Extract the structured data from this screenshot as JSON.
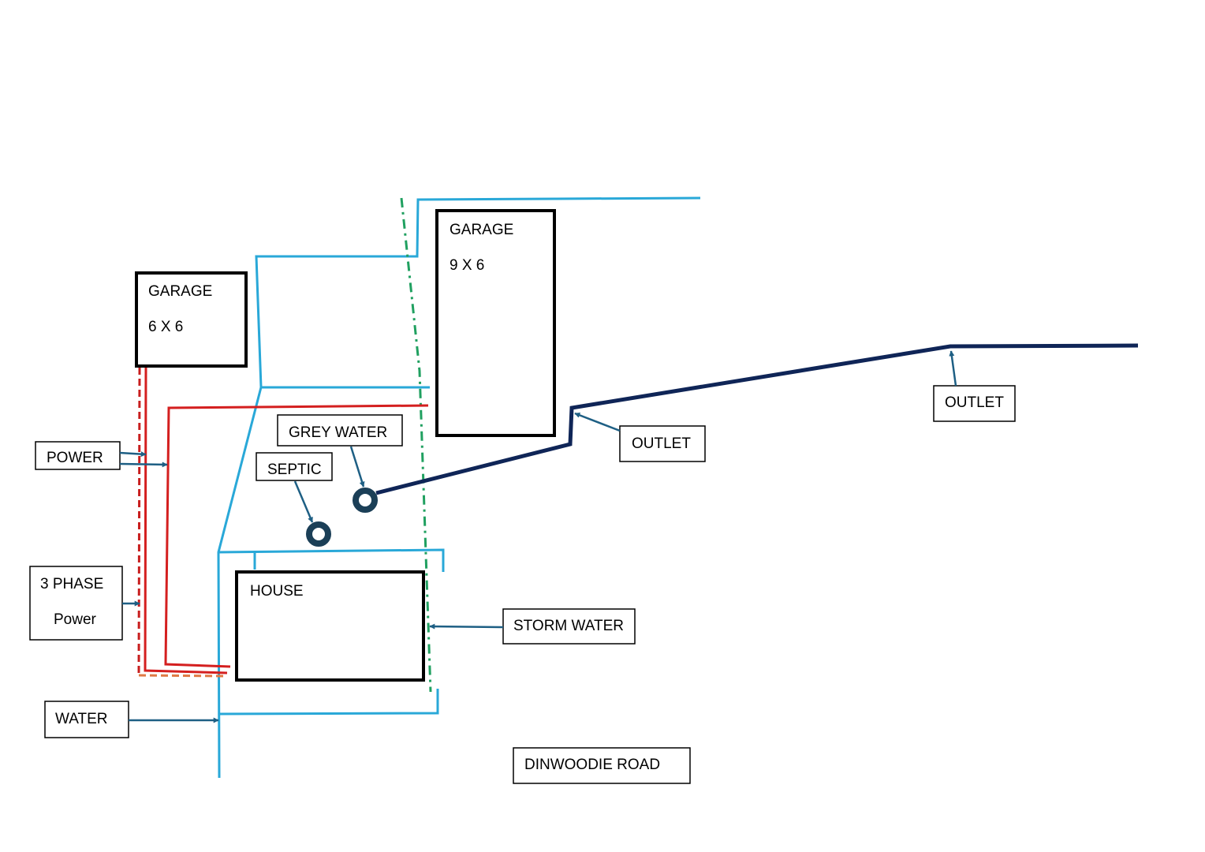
{
  "colors": {
    "building_outline": "#000000",
    "water_line": "#29a8d8",
    "power_line": "#d41f1f",
    "power_line_dashed": "#c81e1e",
    "dashed_orange": "#e07a45",
    "storm_water_line": "#20a060",
    "outlet_pipe": "#0f2557",
    "arrow": "#1e5f84",
    "pit": "#1b3f57"
  },
  "buildings": {
    "garage_small": {
      "title": "GARAGE",
      "size": "6 X 6"
    },
    "garage_large": {
      "title": "GARAGE",
      "size": "9 X 6"
    },
    "house": {
      "title": "HOUSE"
    }
  },
  "labels": {
    "power": "POWER",
    "three_phase_line1": "3 PHASE",
    "three_phase_line2": "Power",
    "water": "WATER",
    "grey_water": "GREY WATER",
    "septic": "SEPTIC",
    "outlet_near": "OUTLET",
    "outlet_far": "OUTLET",
    "storm_water": "STORM WATER",
    "road": "DINWOODIE ROAD"
  },
  "icons": {
    "pit": "ring-icon",
    "arrow": "arrow-icon"
  }
}
